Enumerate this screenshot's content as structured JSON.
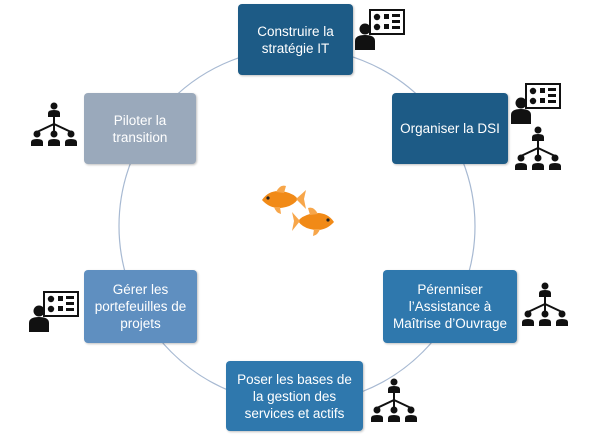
{
  "colors": {
    "dark": "#1d5b86",
    "medium": "#2f78ad",
    "light": "#5f8fc0",
    "grey": "#9aa9bb",
    "ring": "#a7b9d2",
    "icon": "#111111",
    "fish": "#f18a17"
  },
  "steps": [
    {
      "label": "Construire la\nstratégie IT",
      "shade": "dark",
      "icons": [
        "presenter-icon"
      ]
    },
    {
      "label": "Organiser la DSI",
      "shade": "dark",
      "icons": [
        "presenter-icon",
        "org-chart-icon"
      ]
    },
    {
      "label": "Pérenniser\nl’Assistance à\nMaîtrise d’Ouvrage",
      "shade": "medium",
      "icons": [
        "org-chart-icon"
      ]
    },
    {
      "label": "Poser les bases de\nla gestion des\nservices et actifs",
      "shade": "medium",
      "icons": [
        "org-chart-icon"
      ]
    },
    {
      "label": "Gérer les\nportefeuilles de\nprojets",
      "shade": "light",
      "icons": [
        "presenter-icon"
      ]
    },
    {
      "label": "Piloter la\ntransition",
      "shade": "grey",
      "icons": [
        "org-chart-icon"
      ]
    }
  ],
  "center": {
    "icons": [
      "goldfish-icon",
      "goldfish-icon"
    ]
  }
}
